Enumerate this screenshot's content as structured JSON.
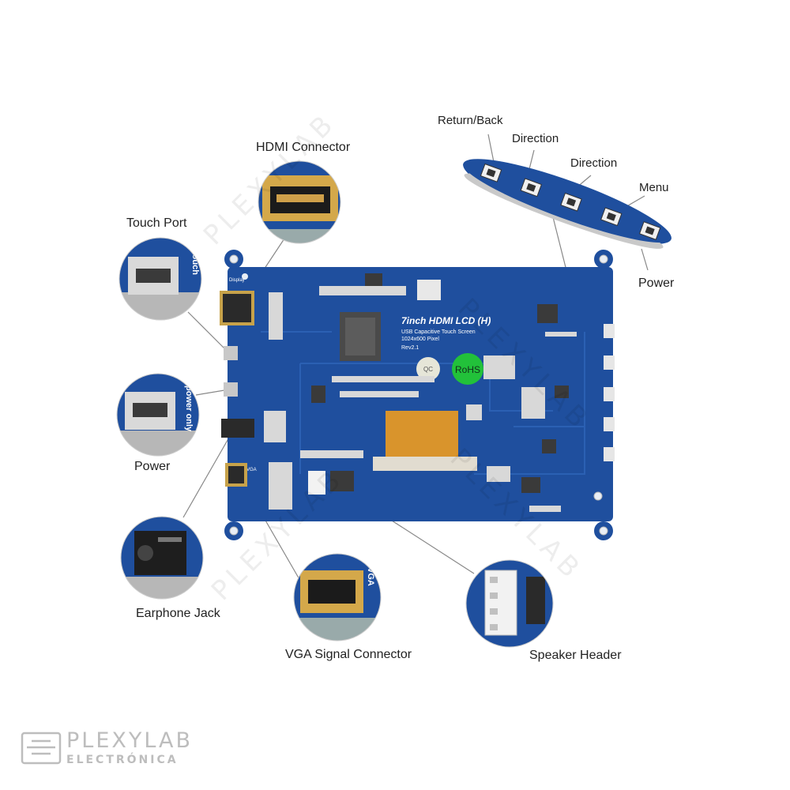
{
  "labels": {
    "hdmi_connector": "HDMI Connector",
    "touch_port": "Touch Port",
    "power_left": "Power",
    "earphone_jack": "Earphone Jack",
    "vga_signal_connector": "VGA Signal Connector",
    "speaker_header": "Speaker Header",
    "return_back": "Return/Back",
    "direction_1": "Direction",
    "direction_2": "Direction",
    "menu": "Menu",
    "power_right": "Power"
  },
  "board": {
    "title": "7inch HDMI LCD (H)",
    "subtitle": "USB Capacitive Touch Screen",
    "resolution": "1024x600 Pixel",
    "revision": "Rev2.1",
    "rohs": "RoHS",
    "qc": "QC",
    "display_silk": "Display",
    "vga_silk": "VGA"
  },
  "zoom_silk": {
    "touch": "touch",
    "power_only": "power only",
    "vga": "VGA"
  },
  "watermark": "PLEXYLAB",
  "footer": {
    "brand_line1": "PLEXYLAB",
    "brand_line2": "ELECTRÓNICA"
  },
  "colors": {
    "pcb_blue": "#1f4f9e",
    "pcb_dark": "#163d82",
    "rohs_green": "#22c13a",
    "fpc_orange": "#d9942c"
  }
}
